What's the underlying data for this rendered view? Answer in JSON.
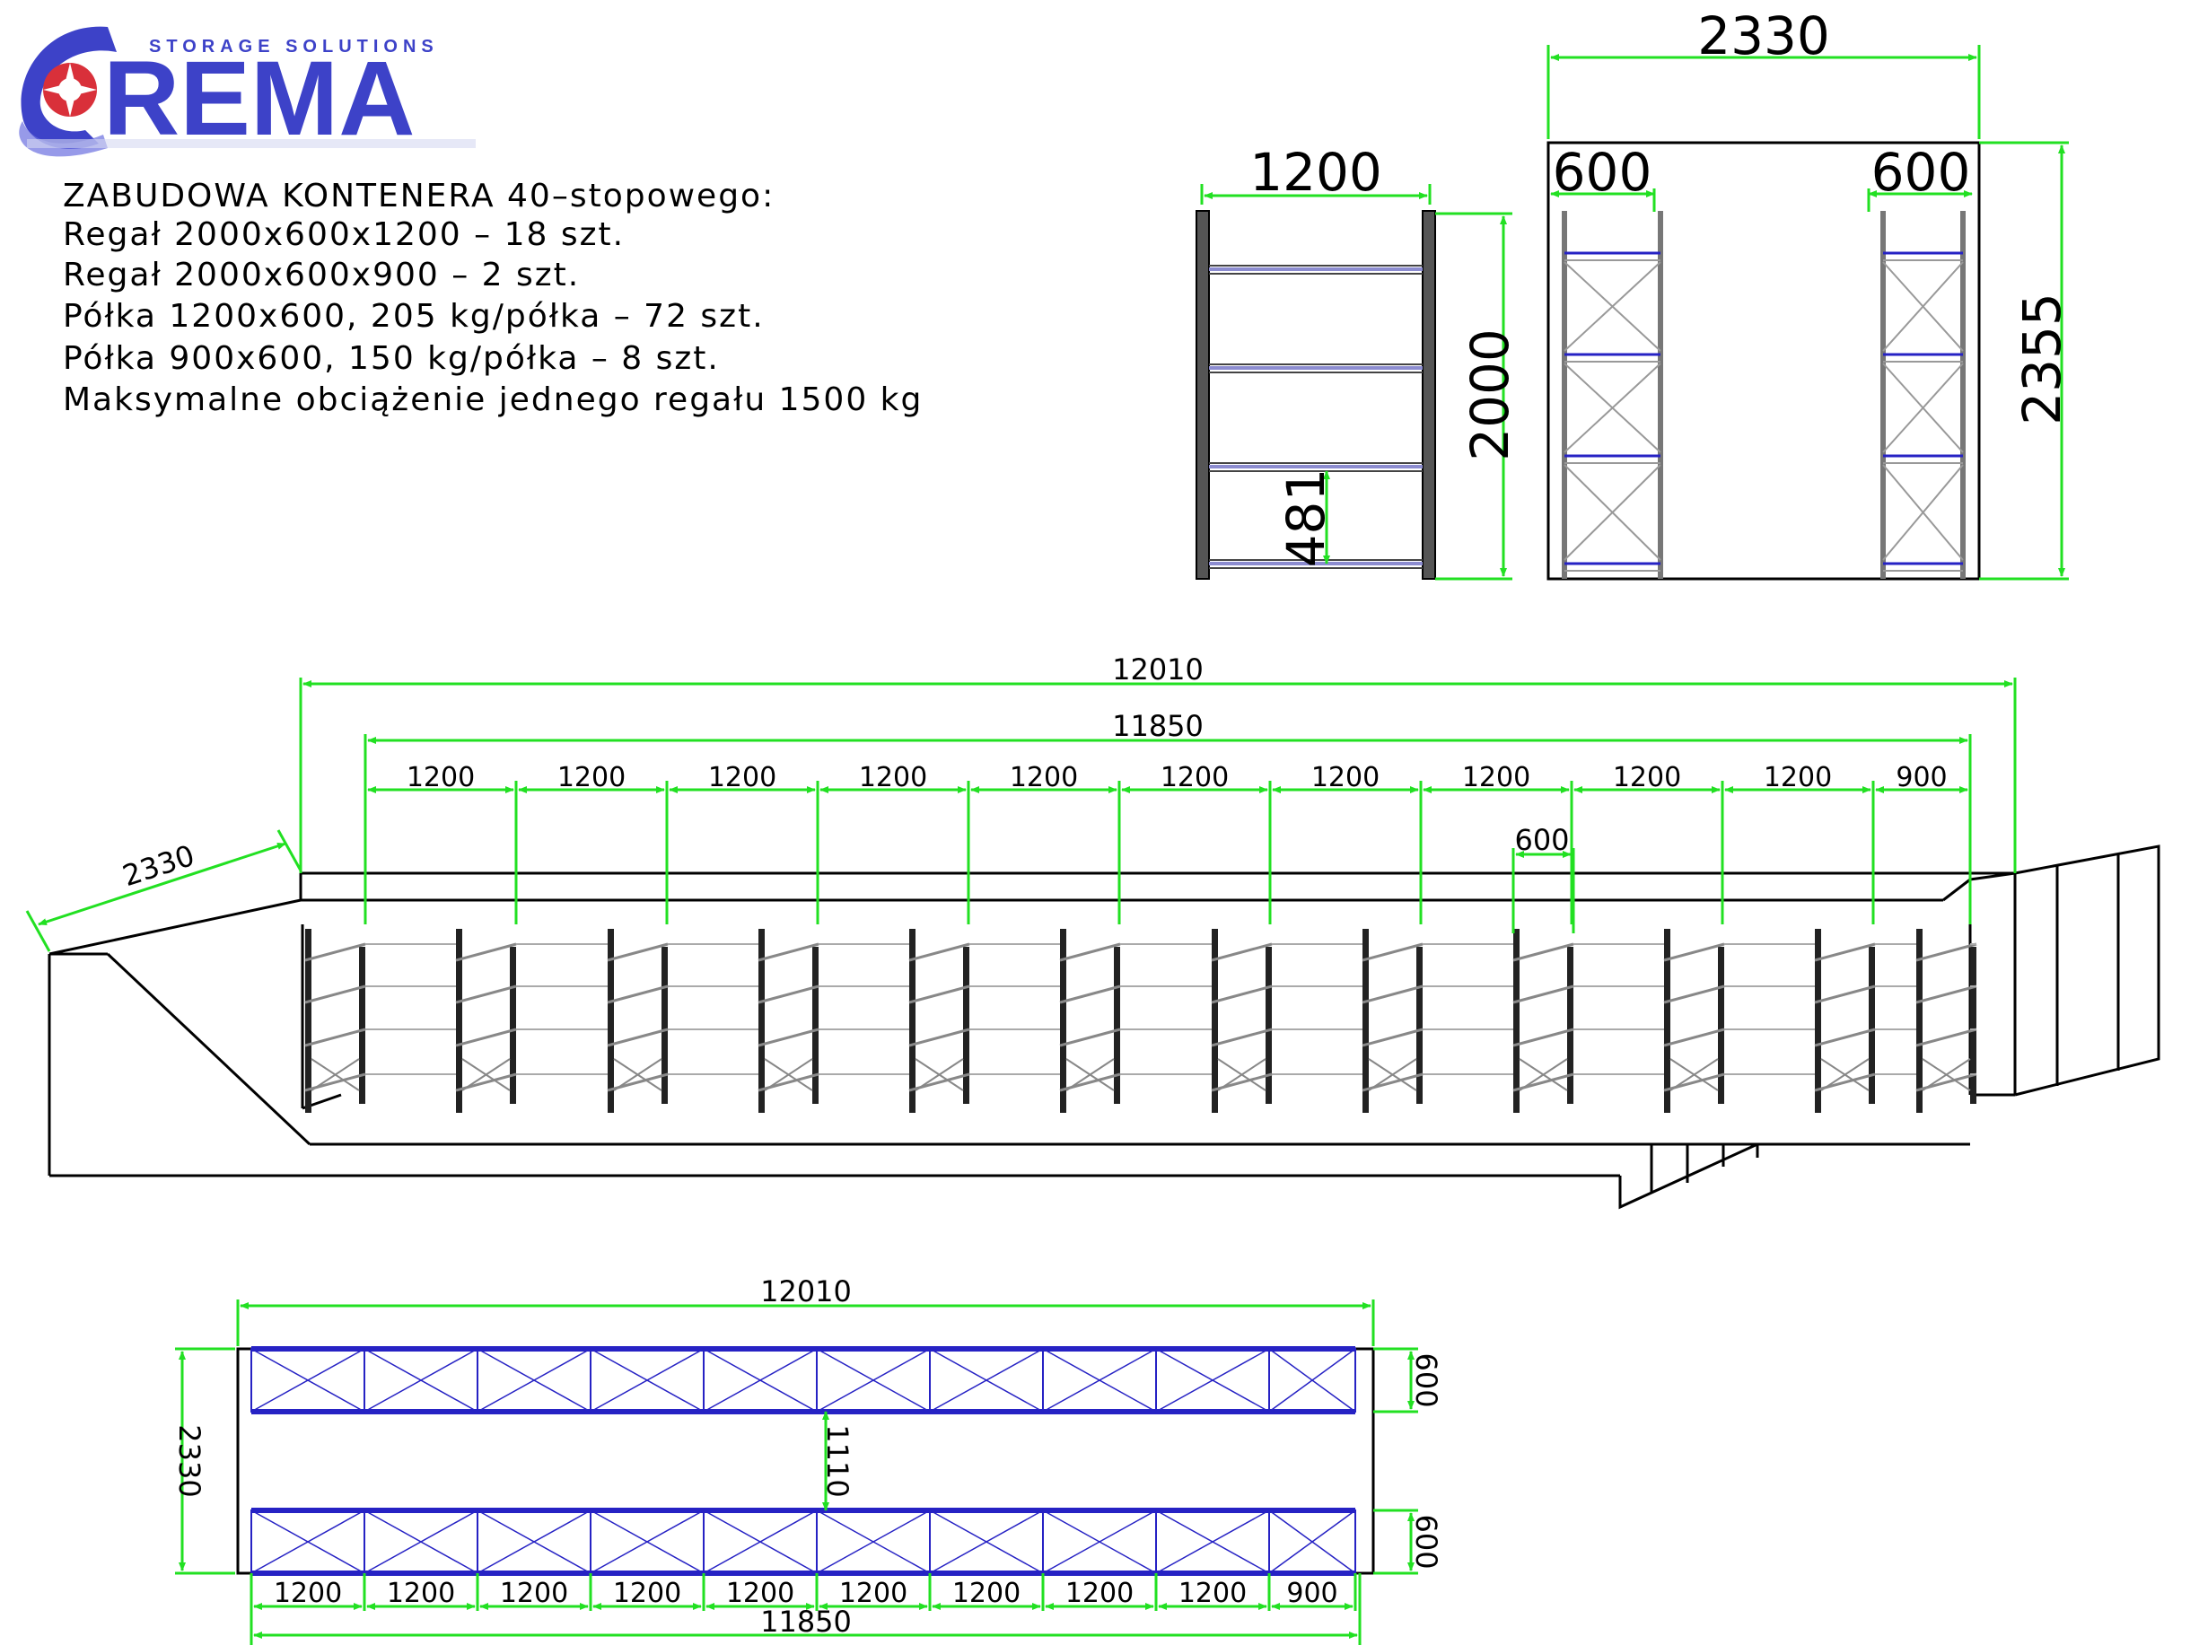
{
  "logo": {
    "tagline": "STORAGE SOLUTIONS",
    "name": "REMA",
    "brand_color": "#3d42c8",
    "emblem_accent": "#d9303a"
  },
  "spec": {
    "lines": [
      "ZABUDOWA KONTENERA 40–stopowego:",
      "Regał 2000x600x1200 – 18 szt.",
      "Regał 2000x600x900 – 2 szt.",
      "Półka 1200x600, 205 kg/półka – 72 szt.",
      "Półka 900x600, 150 kg/półka – 8 szt.",
      "Maksymalne obciążenie jednego regału 1500 kg"
    ]
  },
  "side_view": {
    "width": "1200",
    "height": "2000",
    "shelf_spacing": "481"
  },
  "end_view": {
    "width": "2330",
    "height": "2355",
    "left_depth": "600",
    "right_depth": "600"
  },
  "perspective_view": {
    "overall_length": "12010",
    "inner_length": "11850",
    "width": "2330",
    "rack_depth": "600",
    "bay_widths": [
      "1200",
      "1200",
      "1200",
      "1200",
      "1200",
      "1200",
      "1200",
      "1200",
      "1200",
      "1200",
      "900"
    ]
  },
  "plan_view": {
    "overall_length": "12010",
    "inner_length": "11850",
    "width": "2330",
    "aisle": "1110",
    "top_rack_depth": "600",
    "bottom_rack_depth": "600",
    "bay_widths": [
      "1200",
      "1200",
      "1200",
      "1200",
      "1200",
      "1200",
      "1200",
      "1200",
      "1200",
      "900"
    ]
  },
  "colors": {
    "dimension": "#22e022",
    "rack_beam": "#2622c4",
    "outline": "#000000"
  }
}
